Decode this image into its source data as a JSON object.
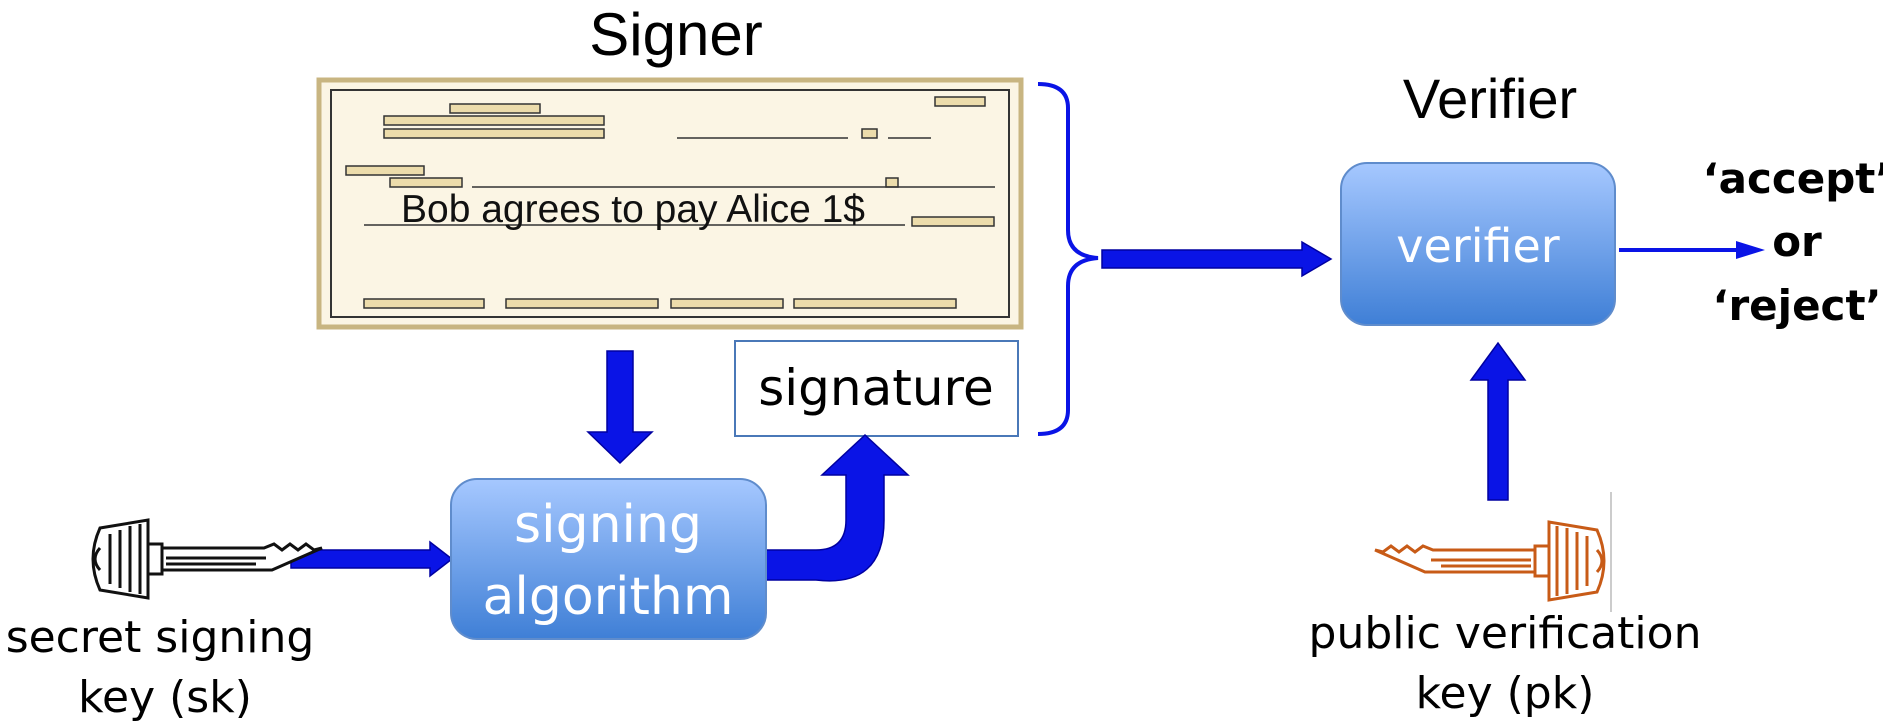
{
  "signer": {
    "title": "Signer",
    "check_text": "Bob agrees to pay Alice 1$",
    "signature_label": "signature",
    "signing_box_line1": "signing",
    "signing_box_line2": "algorithm",
    "secret_key_line1": "secret signing",
    "secret_key_line2": "key  (sk)"
  },
  "verifier": {
    "title": "Verifier",
    "box_label": "verifier",
    "output_accept": "‘accept’",
    "output_or": "or",
    "output_reject": "‘reject’",
    "public_key_line1": "public verification",
    "public_key_line2": "key  (pk)"
  },
  "colors": {
    "arrow": "#0a14e6",
    "box_top": "#a6c8ff",
    "box_bottom": "#3f7fd6",
    "box_text": "#ffffff",
    "check_fill": "#fbf5e4",
    "check_border": "#c8b581",
    "check_line_fill": "#ecdcab",
    "signature_border": "#4a78b8",
    "public_key": "#c85b17",
    "secret_key": "#000000",
    "text": "#000000"
  },
  "icons": {
    "secret_key": "key-icon",
    "public_key": "key-icon"
  }
}
